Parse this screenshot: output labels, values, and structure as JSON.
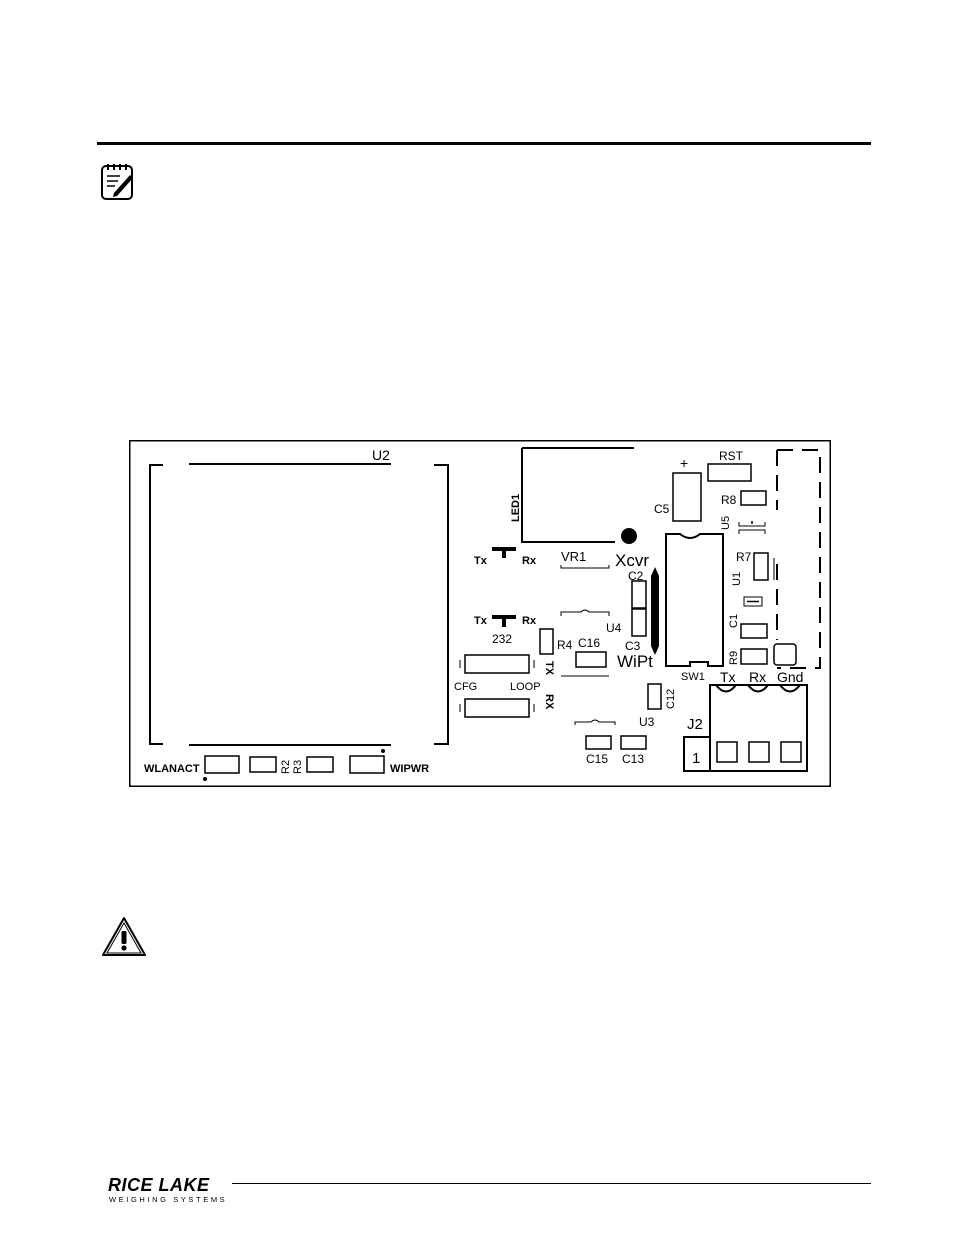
{
  "board": {
    "labels": {
      "u2": "U2",
      "led1": "LED1",
      "rst": "RST",
      "c5": "C5",
      "r8": "R8",
      "u5": "U5",
      "r7": "R7",
      "u1": "U1",
      "c1": "C1",
      "r9": "R9",
      "xcvr": "Xcvr",
      "wipt": "WiPt",
      "c2": "C2",
      "c3": "C3",
      "u4": "U4",
      "vr1": "VR1",
      "tx1": "Tx",
      "rx1": "Rx",
      "tx2": "Tx",
      "rx2": "Rx",
      "n232": "232",
      "r4": "R4",
      "c16": "C16",
      "tx_vert": "TX",
      "rx_vert": "RX",
      "cfg": "CFG",
      "loop": "LOOP",
      "sw1": "SW1",
      "c12": "C12",
      "u3": "U3",
      "c15": "C15",
      "c13": "C13",
      "j2": "J2",
      "pin1": "1",
      "j2_tx": "Tx",
      "j2_rx": "Rx",
      "j2_gnd": "Gnd",
      "wlanact": "WLANACT",
      "r2": "R2",
      "r3": "R3",
      "wipwr": "WIPWR",
      "plus": "+"
    }
  },
  "footer": {
    "logo_main": "RICE LAKE",
    "logo_sub": "WEIGHING SYSTEMS"
  }
}
